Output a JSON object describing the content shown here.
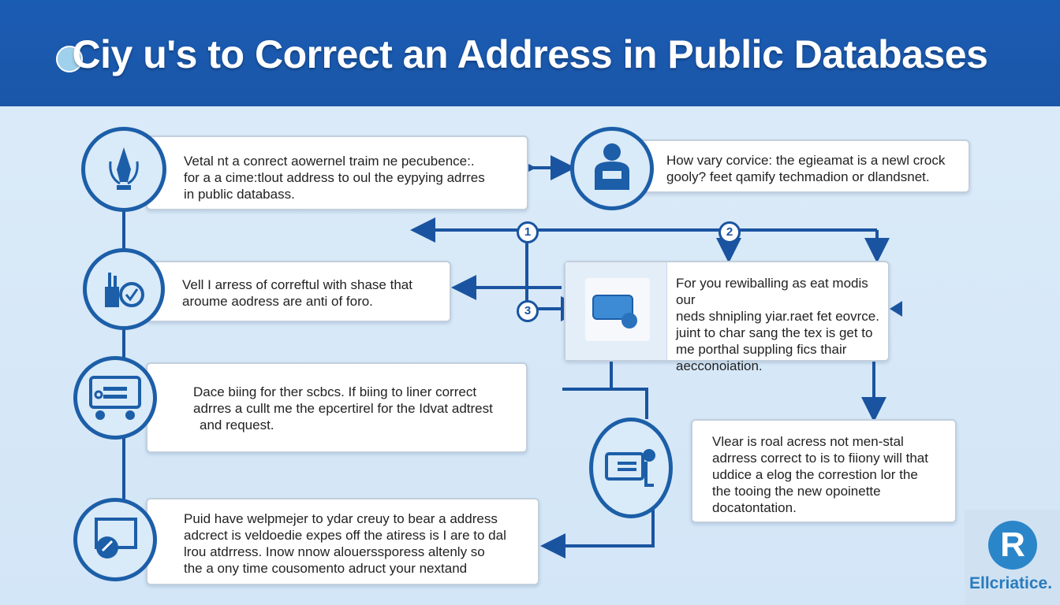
{
  "header": {
    "title": "Ciy u's to Correct an Address in Public Databases"
  },
  "steps": [
    {
      "lines": [
        "Vetal nt a conrect aowernel traim ne pecubence:.",
        "for a a cime:tlout address to oul the eypying adrres",
        "in public databass."
      ]
    },
    {
      "lines": [
        "Vell I arress of correftul with shase that",
        "aroume aodress are anti of foro."
      ]
    },
    {
      "lines": [
        "Dace biing for ther scbcs. If biing to liner correct",
        "adrres a cullt me the epcertirel for the Idvat adtrest",
        "and request."
      ]
    },
    {
      "lines": [
        "Puid have welpmejer to ydar creuy to bear a address",
        "adcrect is veldoedie expes off the atiress is I are to dal",
        "lrou atdrress. Inow nnow alouerssporess altenly so",
        "the a ony time cousomento adruct your nextand"
      ]
    },
    {
      "lines": [
        "How vary corvice: the egieamat is a newl crock",
        "gooly? feet qamify techmadion or dlandsnet."
      ]
    },
    {
      "lines": [
        "For you rewiballing as eat modis our",
        "neds shnipling yiar.raet fet eovrce.",
        "juint to char sang the tex is get to",
        "me porthal suppling fics thair",
        "aecconoiation."
      ]
    },
    {
      "lines": [
        "Vlear is roal acress not men-stal",
        "adrress correct to is to fiiony will that",
        "uddice a elog the correstion lor the",
        "the tooing the new opoinette",
        "docatontation."
      ]
    }
  ],
  "markers": [
    "1",
    "2",
    "3"
  ],
  "logo": {
    "mark": "R",
    "text": "Ellcriatice."
  },
  "colors": {
    "primary": "#1c5ea8",
    "header": "#1b5cb3",
    "background": "#d6e8f7"
  }
}
